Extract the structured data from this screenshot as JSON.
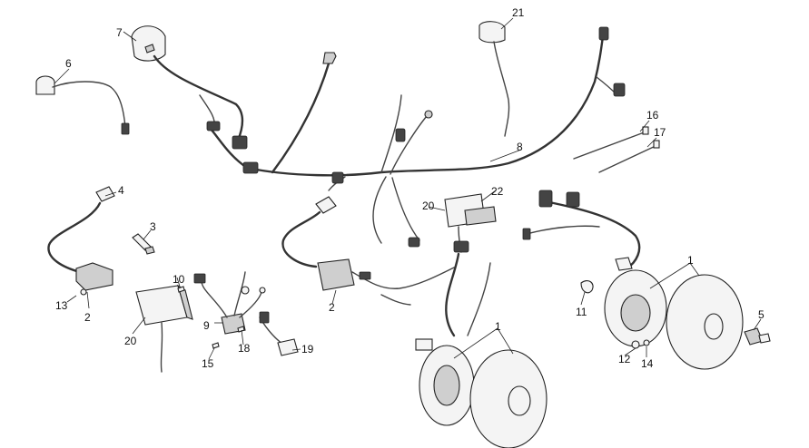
{
  "callouts": {
    "c1a": "1",
    "c1b": "1",
    "c2a": "2",
    "c2b": "2",
    "c3": "3",
    "c4": "4",
    "c5": "5",
    "c6": "6",
    "c7": "7",
    "c8": "8",
    "c9": "9",
    "c10": "10",
    "c11": "11",
    "c12": "12",
    "c13": "13",
    "c14": "14",
    "c15": "15",
    "c16": "16",
    "c17": "17",
    "c18": "18",
    "c19": "19",
    "c20a": "20",
    "c20b": "20",
    "c21": "21",
    "c22": "22"
  }
}
